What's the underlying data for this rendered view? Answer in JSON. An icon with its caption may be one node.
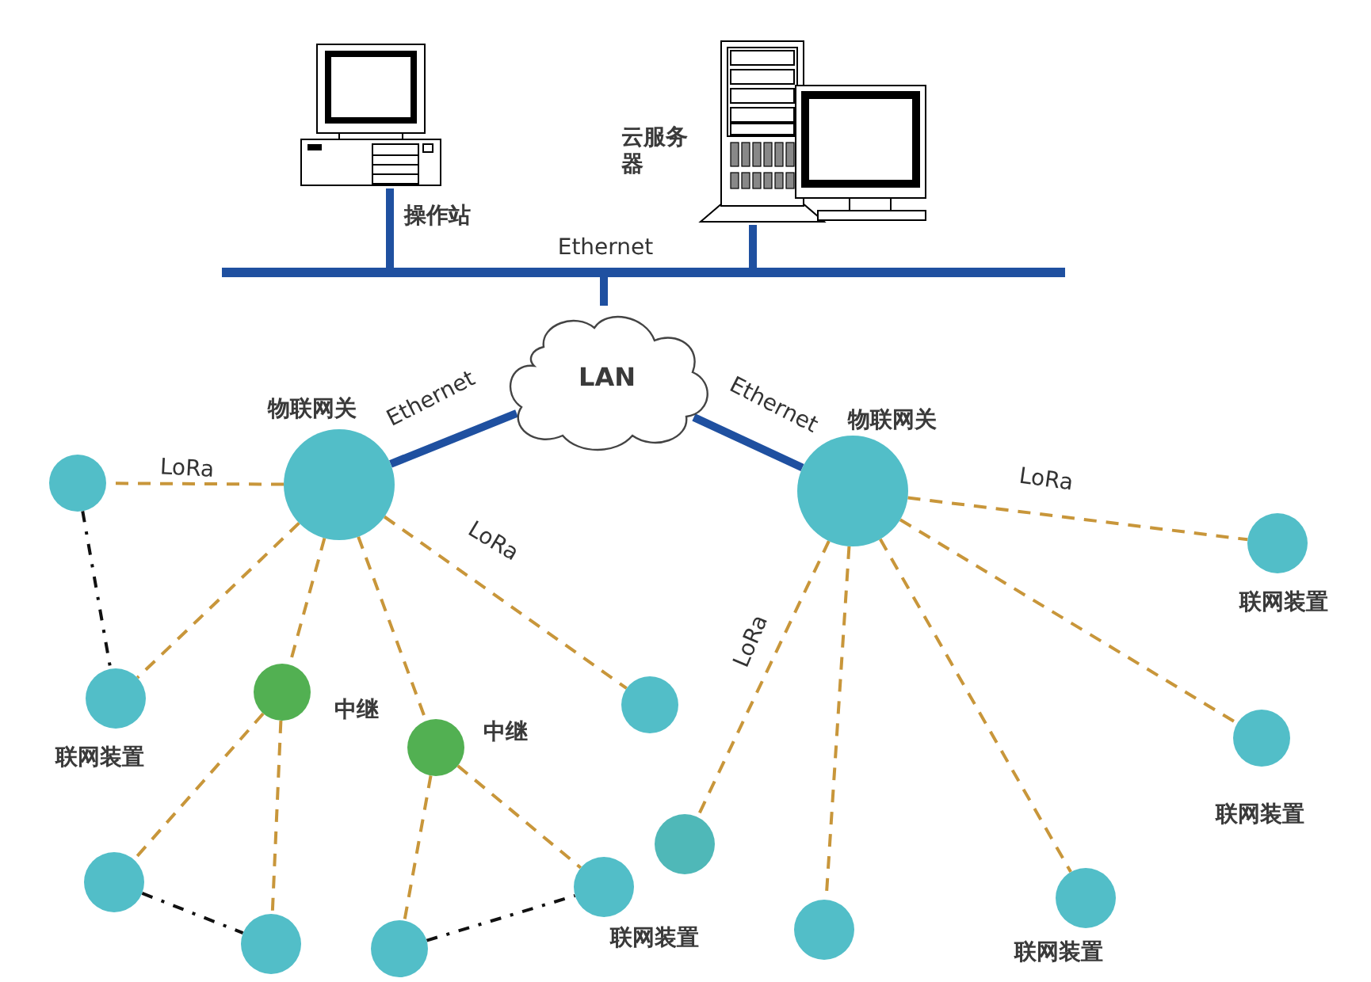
{
  "diagram": {
    "nodes": [
      {
        "text": [],
        "shape": "picture",
        "beside": [
          "操作站"
        ]
      },
      {
        "text": [],
        "shape": "picture",
        "beside": [
          "云服务器"
        ]
      },
      {
        "text": [],
        "shape": "bar",
        "beside": [
          "Ethernet"
        ]
      },
      {
        "text": [
          "LAN"
        ]
      },
      {
        "text": [],
        "shape": "circle",
        "beside": [
          "物联网关"
        ]
      },
      {
        "text": [],
        "shape": "circle",
        "beside": [
          "物联网关"
        ]
      },
      {
        "text": [],
        "shape": "circle"
      },
      {
        "text": [],
        "shape": "circle",
        "beside": [
          "联网装置"
        ]
      },
      {
        "text": [],
        "shape": "circle",
        "beside": [
          "联网装置"
        ]
      },
      {
        "text": [],
        "shape": "circle",
        "beside": [
          "中继"
        ]
      },
      {
        "text": [],
        "shape": "circle"
      },
      {
        "text": [],
        "shape": "circle",
        "beside": [
          "中继"
        ]
      },
      {
        "text": [],
        "shape": "circle",
        "beside": [
          "联网装置"
        ]
      },
      {
        "text": [],
        "shape": "circle"
      },
      {
        "text": [],
        "shape": "circle",
        "beside": [
          "联网装置"
        ]
      },
      {
        "text": [],
        "shape": "circle"
      },
      {
        "text": [],
        "shape": "circle",
        "beside": [
          "联网装置"
        ]
      },
      {
        "text": [],
        "shape": "circle"
      },
      {
        "text": [],
        "shape": "circle"
      },
      {
        "text": [],
        "shape": "circle"
      }
    ],
    "edges": [
      {
        "from": 0,
        "to": 2,
        "arrow": "none",
        "style": "thick",
        "color": "#1f50a0"
      },
      {
        "from": 1,
        "to": 2,
        "arrow": "none",
        "style": "thick",
        "color": "#1f50a0"
      },
      {
        "from": 2,
        "to": 3,
        "arrow": "none",
        "style": "thick",
        "color": "#1f50a0"
      },
      {
        "from": 3,
        "to": 4,
        "arrow": "none",
        "label": "Ethernet",
        "style": "thick",
        "color": "#1f50a0"
      },
      {
        "from": 3,
        "to": 5,
        "arrow": "none",
        "label": "Ethernet",
        "style": "thick",
        "color": "#1f50a0"
      },
      {
        "from": 4,
        "to": 6,
        "arrow": "none",
        "label": "LoRa",
        "style": "dashed"
      },
      {
        "from": 4,
        "to": 8,
        "arrow": "none",
        "style": "dashed"
      },
      {
        "from": 4,
        "to": 9,
        "arrow": "none",
        "style": "dashed"
      },
      {
        "from": 4,
        "to": 11,
        "arrow": "none",
        "style": "dashed"
      },
      {
        "from": 4,
        "to": 10,
        "arrow": "none",
        "label": "LoRa",
        "style": "dashed"
      },
      {
        "from": 9,
        "to": 15,
        "arrow": "none",
        "style": "dashed"
      },
      {
        "from": 9,
        "to": 18,
        "arrow": "none",
        "style": "dashed"
      },
      {
        "from": 11,
        "to": 19,
        "arrow": "none",
        "style": "dashed"
      },
      {
        "from": 11,
        "to": 14,
        "arrow": "none",
        "style": "dashed"
      },
      {
        "from": 6,
        "to": 8,
        "arrow": "none",
        "style": "dashed",
        "color": "#111111"
      },
      {
        "from": 15,
        "to": 18,
        "arrow": "none",
        "style": "dashed",
        "color": "#111111"
      },
      {
        "from": 19,
        "to": 14,
        "arrow": "none",
        "style": "dashed",
        "color": "#111111"
      },
      {
        "from": 5,
        "to": 7,
        "arrow": "none",
        "label": "LoRa",
        "style": "dashed"
      },
      {
        "from": 5,
        "to": 12,
        "arrow": "none",
        "style": "dashed"
      },
      {
        "from": 5,
        "to": 16,
        "arrow": "none",
        "style": "dashed"
      },
      {
        "from": 5,
        "to": 17,
        "arrow": "none",
        "style": "dashed"
      },
      {
        "from": 5,
        "to": 13,
        "arrow": "none",
        "label": "LoRa",
        "style": "dashed"
      }
    ]
  }
}
